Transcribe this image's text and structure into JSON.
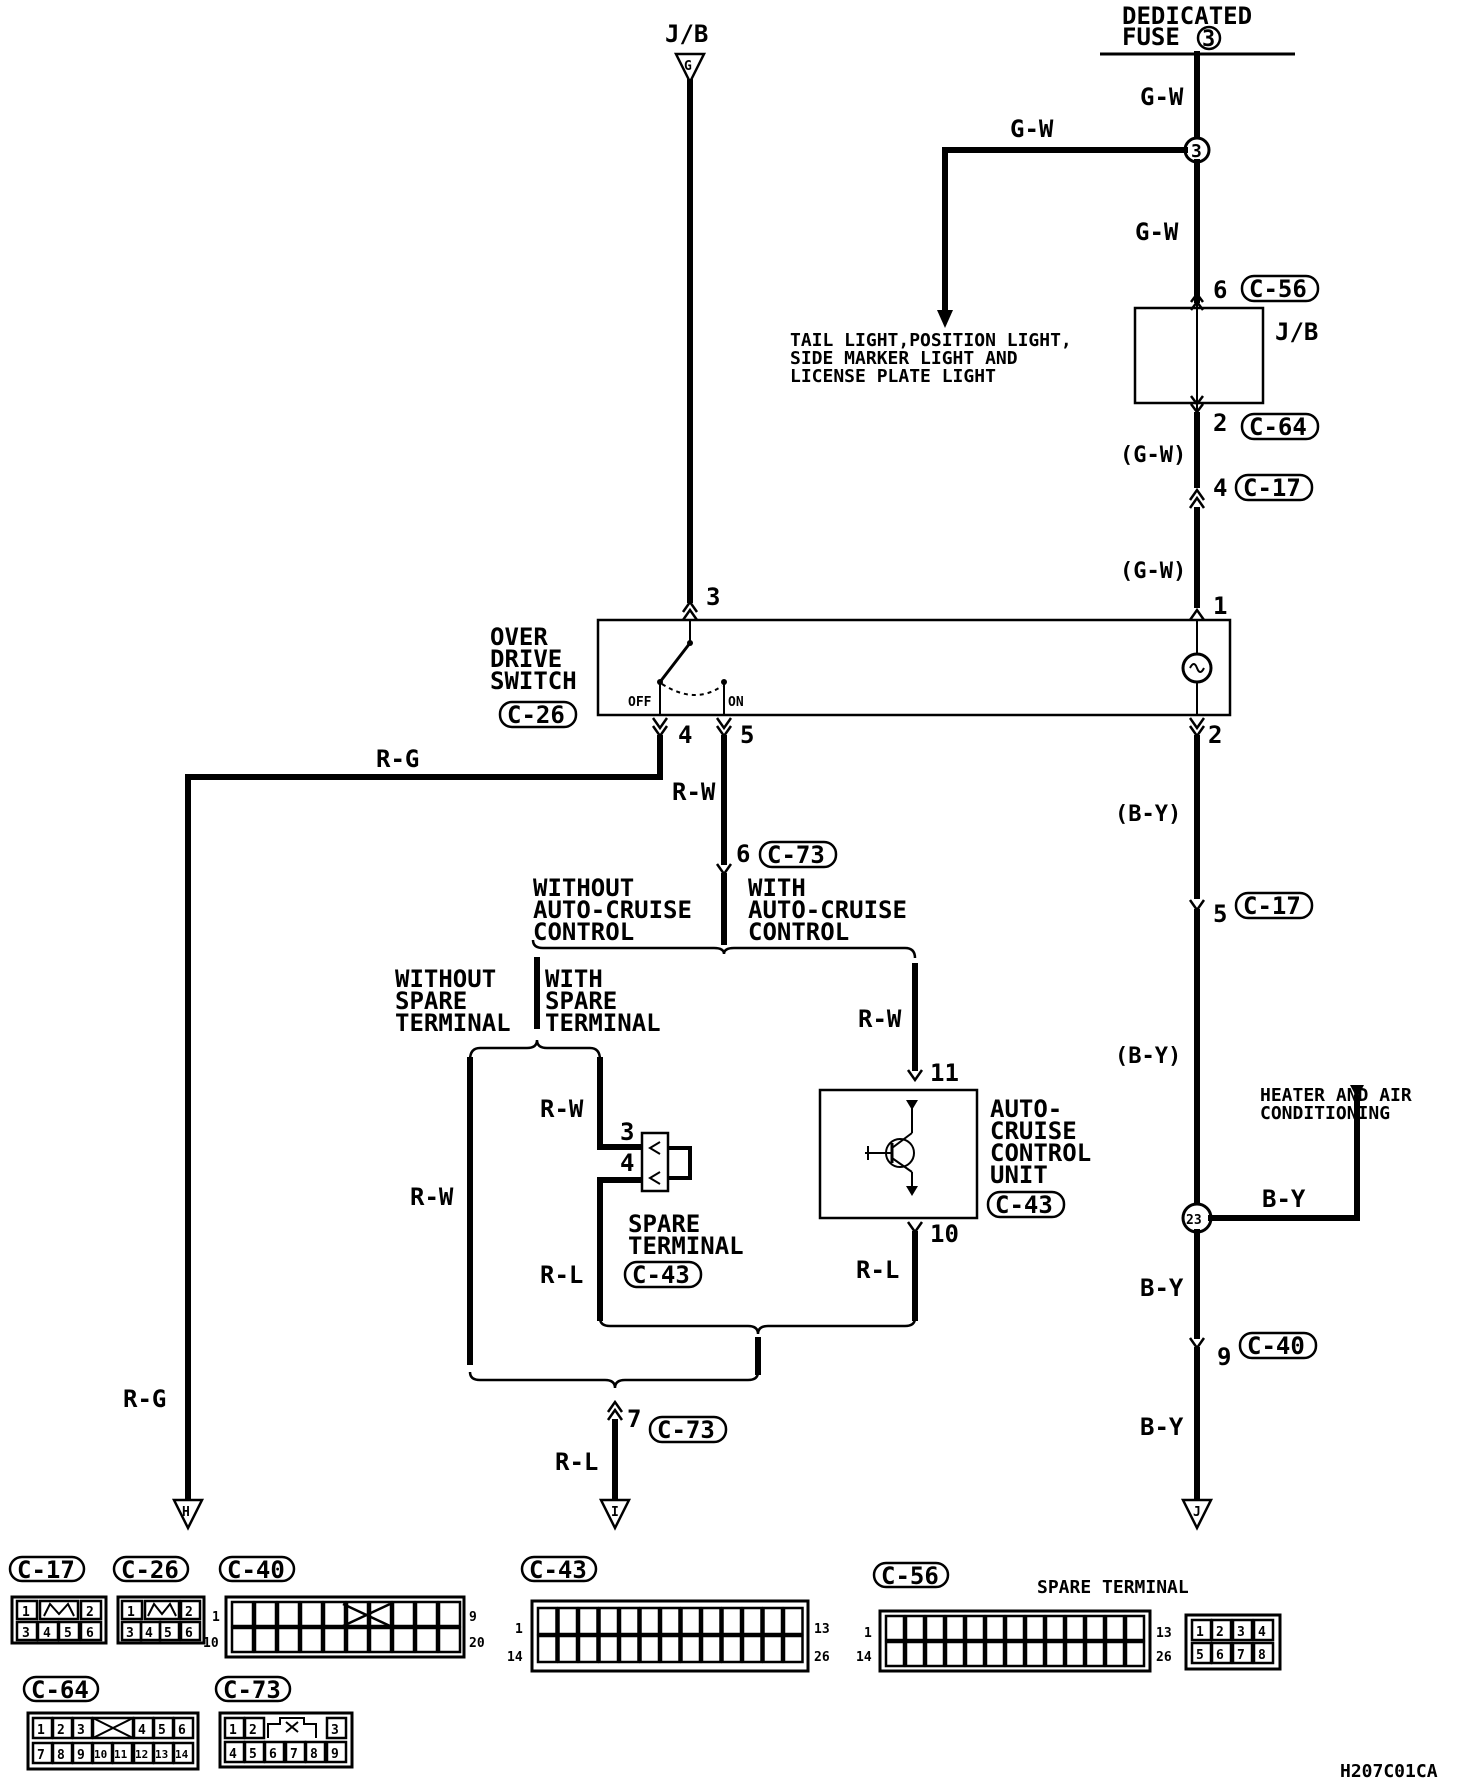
{
  "fuse": {
    "line1": "DEDICATED",
    "line2": "FUSE",
    "num": "3"
  },
  "jb_top": {
    "label": "J/B",
    "letter": "G"
  },
  "wires": {
    "gw1": "G-W",
    "gw2": "G-W",
    "gw3": "G-W",
    "gw_paren1": "(G-W)",
    "gw_paren2": "(G-W)",
    "rg1": "R-G",
    "rg2": "R-G",
    "rw1": "R-W",
    "rw2": "R-W",
    "rw3": "R-W",
    "rw4": "R-W",
    "rl1": "R-L",
    "rl2": "R-L",
    "rl3": "R-L",
    "by_paren1": "(B-Y)",
    "by_paren2": "(B-Y)",
    "by1": "B-Y",
    "by2": "B-Y",
    "by3": "B-Y"
  },
  "splice": {
    "top": "3",
    "bottom": "23"
  },
  "tail_light": {
    "line1": "TAIL LIGHT,POSITION LIGHT,",
    "line2": "SIDE MARKER LIGHT AND",
    "line3": "LICENSE PLATE LIGHT"
  },
  "jb_right": "J/B",
  "connectors": {
    "c56": "C-56",
    "c64": "C-64",
    "c17a": "C-17",
    "c17b": "C-17",
    "c26": "C-26",
    "c73a": "C-73",
    "c73b": "C-73",
    "c43a": "C-43",
    "c43b": "C-43",
    "c40": "C-40"
  },
  "pins": {
    "p6": "6",
    "p2": "2",
    "p4": "4",
    "p1": "1",
    "p2b": "2",
    "p5c": "5",
    "p3": "3",
    "p4s": "4",
    "p5s": "5",
    "p6c": "6",
    "p3t": "3",
    "p4t": "4",
    "p11": "11",
    "p10": "10",
    "p7": "7",
    "p9": "9"
  },
  "switch": {
    "line1": "OVER",
    "line2": "DRIVE",
    "line3": "SWITCH",
    "off": "OFF",
    "on": "ON"
  },
  "branch": {
    "woac1": "WITHOUT",
    "woac2": "AUTO-CRUISE",
    "woac3": "CONTROL",
    "wac1": "WITH",
    "wac2": "AUTO-CRUISE",
    "wac3": "CONTROL",
    "wost1": "WITHOUT",
    "wost2": "SPARE",
    "wost3": "TERMINAL",
    "wst1": "WITH",
    "wst2": "SPARE",
    "wst3": "TERMINAL"
  },
  "spare": {
    "line1": "SPARE",
    "line2": "TERMINAL"
  },
  "acu": {
    "line1": "AUTO-",
    "line2": "CRUISE",
    "line3": "CONTROL",
    "line4": "UNIT"
  },
  "heater": {
    "line1": "HEATER AND AIR",
    "line2": "CONDITIONING"
  },
  "grounds": {
    "h": "H",
    "i": "I",
    "j": "J"
  },
  "legend": {
    "c17": "C-17",
    "c26": "C-26",
    "c40": "C-40",
    "c43": "C-43",
    "c56": "C-56",
    "c64": "C-64",
    "c73": "C-73",
    "spare_terminal": "SPARE TERMINAL",
    "c17_top": [
      "1",
      "2"
    ],
    "c17_bot": [
      "3",
      "4",
      "5",
      "6"
    ],
    "c26_top": [
      "1",
      "2"
    ],
    "c26_bot": [
      "3",
      "4",
      "5",
      "6"
    ],
    "c40_pins": [
      "1",
      "9",
      "10",
      "20"
    ],
    "c43_pins": [
      "1",
      "13",
      "14",
      "26"
    ],
    "c56_pins": [
      "1",
      "13",
      "14",
      "26"
    ],
    "st_top": [
      "1",
      "2",
      "3",
      "4"
    ],
    "st_bot": [
      "5",
      "6",
      "7",
      "8"
    ],
    "c64_top": [
      "1",
      "2",
      "3",
      "4",
      "5",
      "6"
    ],
    "c64_bot": [
      "7",
      "8",
      "9",
      "10",
      "11",
      "12",
      "13",
      "14"
    ],
    "c73_top": [
      "1",
      "2",
      "3"
    ],
    "c73_bot": [
      "4",
      "5",
      "6",
      "7",
      "8",
      "9"
    ]
  },
  "code": "H207C01CA"
}
